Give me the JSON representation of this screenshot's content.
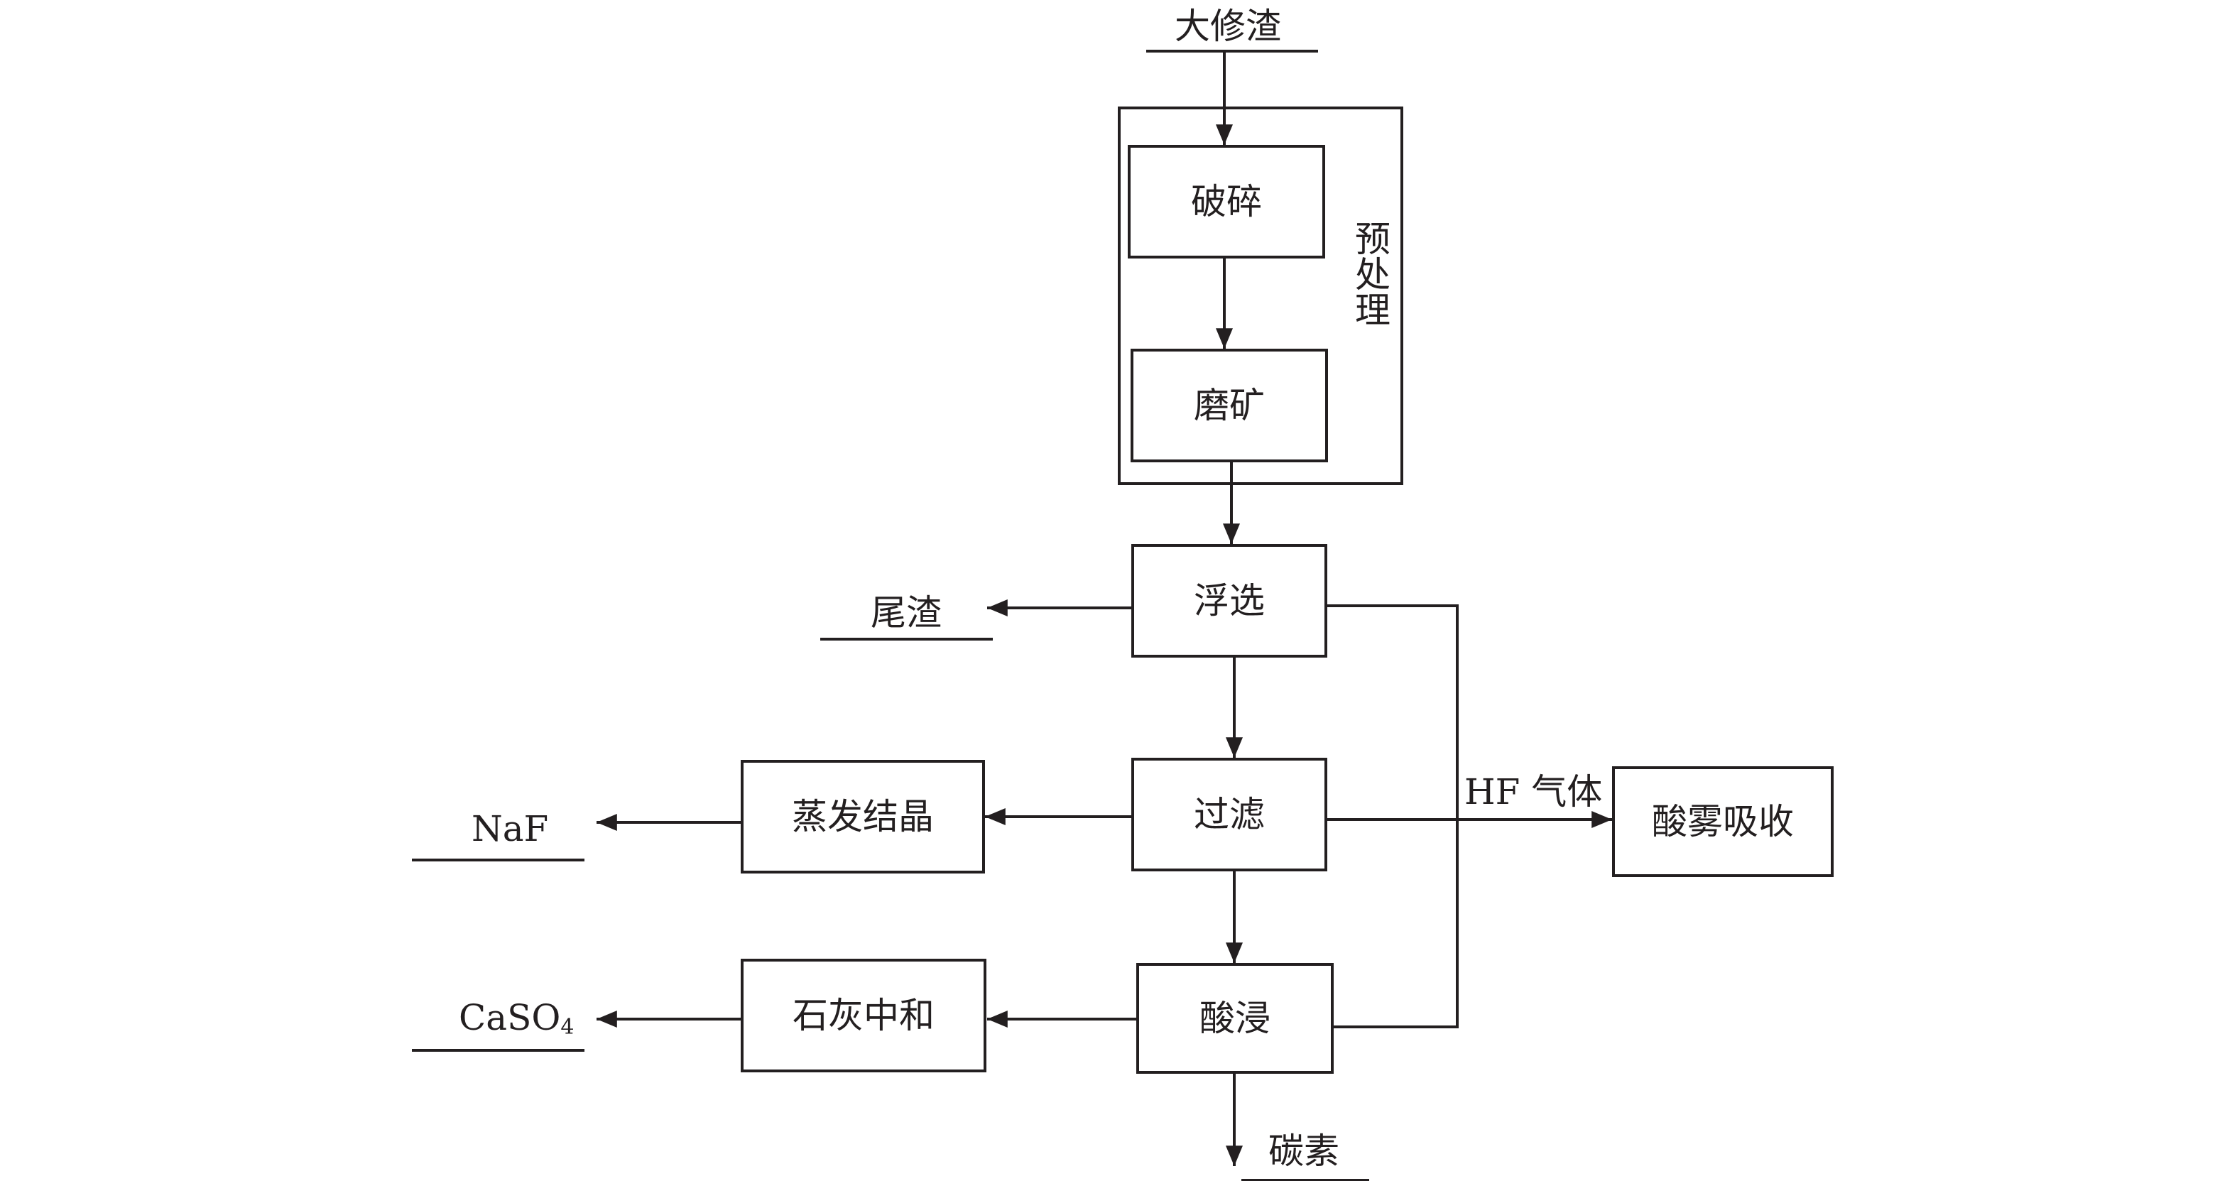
{
  "input": {
    "raw_material": "大修渣"
  },
  "pretreatment": {
    "label": "预处理",
    "steps": {
      "crushing": "破碎",
      "grinding": "磨矿"
    }
  },
  "process": {
    "flotation": "浮选",
    "filtration": "过滤",
    "acid_leaching": "酸浸",
    "evaporation_crystallization": "蒸发结晶",
    "lime_neutralization": "石灰中和",
    "acid_mist_absorption": "酸雾吸收"
  },
  "products": {
    "tailings": "尾渣",
    "naf": "NaF",
    "caso4_main": "CaSO",
    "caso4_sub": "4",
    "carbon": "碳素"
  },
  "streams": {
    "hf_gas": "HF 气体"
  },
  "colors": {
    "line": "#231f20",
    "background": "#ffffff"
  }
}
